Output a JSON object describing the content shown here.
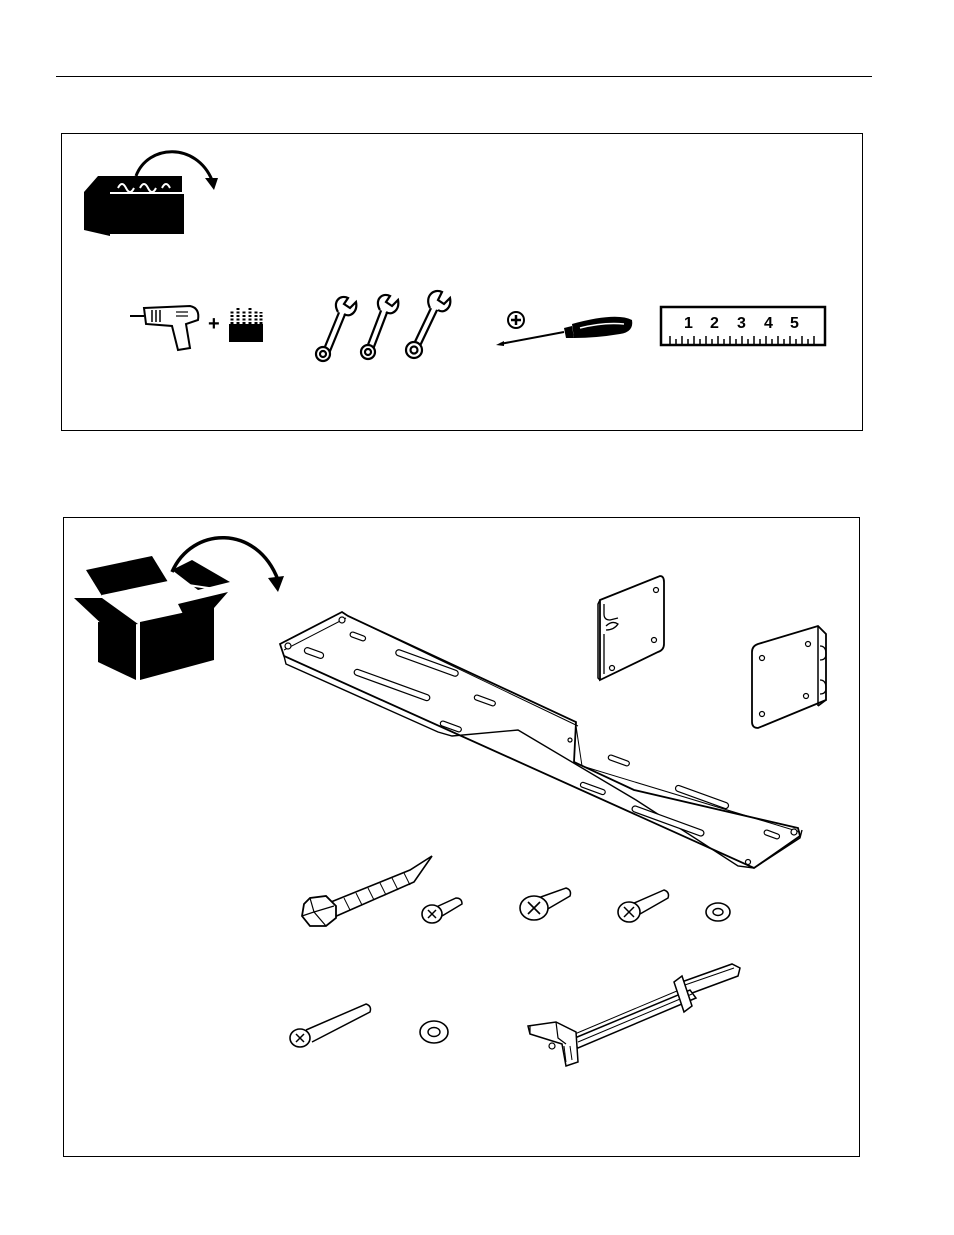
{
  "tools_panel": {
    "toolbox_icon": "toolbox-icon",
    "tools": [
      {
        "icon": "power-drill-icon",
        "joiner": "+",
        "companion_icon": "drill-bits-icon"
      },
      {
        "icon": "wrenches-icon"
      },
      {
        "icon": "phillips-screwdriver-icon"
      },
      {
        "icon": "ruler-icon",
        "digits": [
          "1",
          "2",
          "3",
          "4",
          "5"
        ]
      }
    ]
  },
  "parts_panel": {
    "box_icon": "open-box-icon",
    "parts": [
      "mounting-plate",
      "side-bracket-left",
      "side-bracket-right",
      "lag-bolt",
      "short-screw",
      "large-head-screw",
      "medium-screw",
      "small-washer",
      "long-screw",
      "large-washer",
      "adjustable-arm"
    ]
  }
}
